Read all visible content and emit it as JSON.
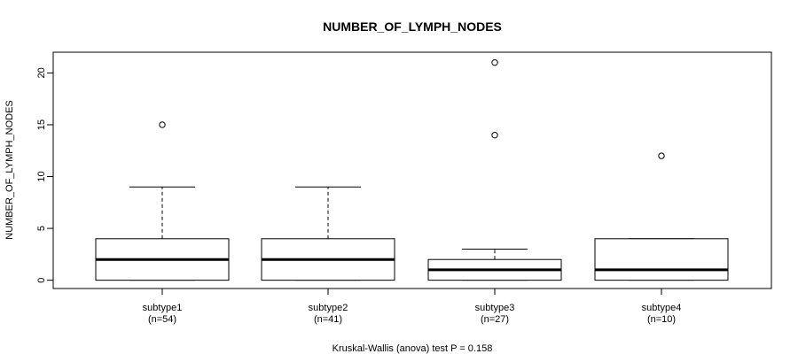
{
  "chart_data": {
    "type": "box",
    "title": "NUMBER_OF_LYMPH_NODES",
    "xlabel": "",
    "ylabel": "NUMBER_OF_LYMPH_NODES",
    "footnote": "Kruskal-Wallis (anova) test P = 0.158",
    "ylim": [
      -0.8,
      22
    ],
    "yticks": [
      0,
      5,
      10,
      15,
      20
    ],
    "grid": false,
    "groups": [
      {
        "label": "subtype1",
        "n_label": "(n=54)",
        "whisker_low": 0,
        "q1": 0,
        "median": 2,
        "q3": 4,
        "whisker_high": 9,
        "outliers": [
          15
        ]
      },
      {
        "label": "subtype2",
        "n_label": "(n=41)",
        "whisker_low": 0,
        "q1": 0,
        "median": 2,
        "q3": 4,
        "whisker_high": 9,
        "outliers": []
      },
      {
        "label": "subtype3",
        "n_label": "(n=27)",
        "whisker_low": 0,
        "q1": 0,
        "median": 1,
        "q3": 2,
        "whisker_high": 3,
        "outliers": [
          14,
          21
        ]
      },
      {
        "label": "subtype4",
        "n_label": "(n=10)",
        "whisker_low": 0,
        "q1": 0,
        "median": 1,
        "q3": 4,
        "whisker_high": 4,
        "outliers": [
          12
        ]
      }
    ]
  }
}
